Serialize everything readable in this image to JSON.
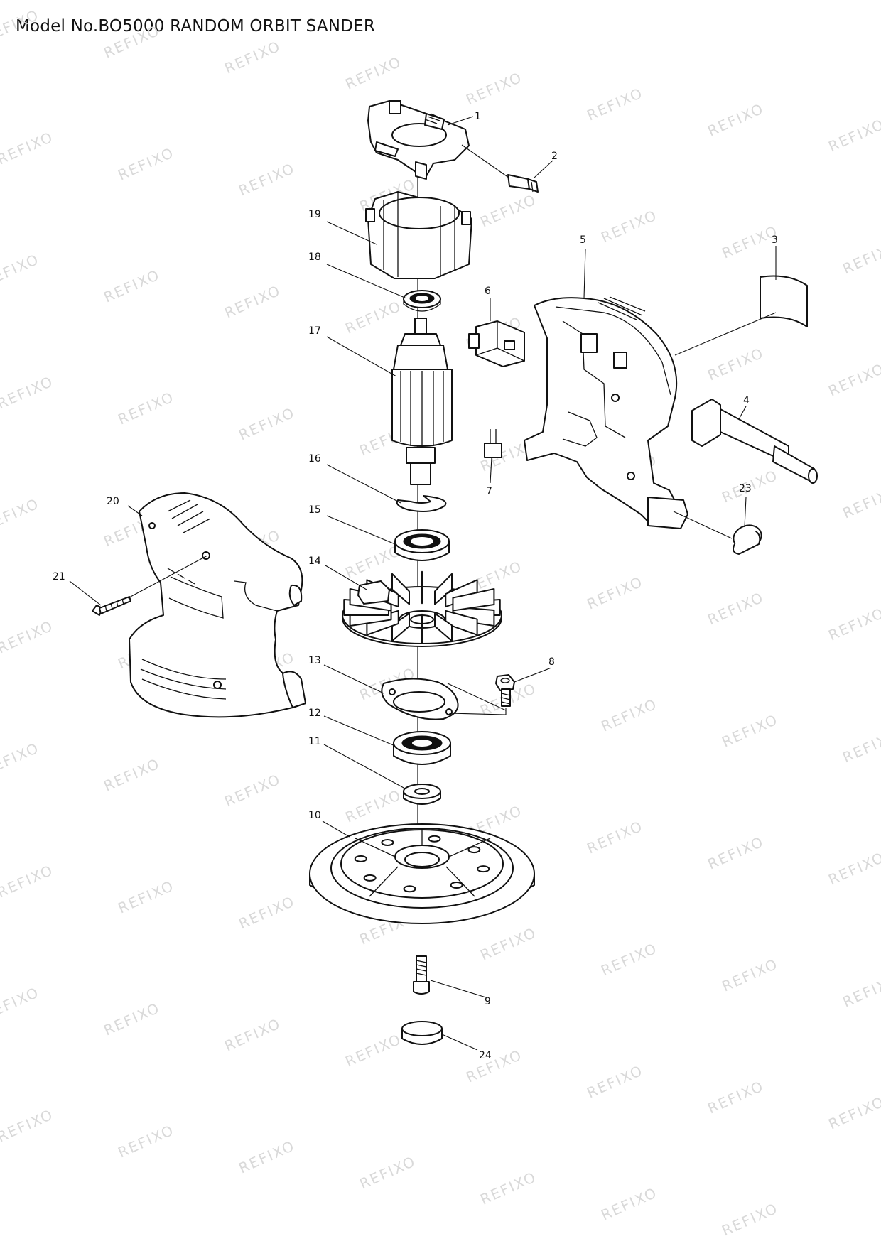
{
  "title": "Model No.BO5000 RANDOM ORBIT SANDER",
  "watermark": "REFIXO",
  "callouts": {
    "p1": "1",
    "p2": "2",
    "p3": "3",
    "p4": "4",
    "p5": "5",
    "p6": "6",
    "p7": "7",
    "p8": "8",
    "p9": "9",
    "p10": "10",
    "p11": "11",
    "p12": "12",
    "p13": "13",
    "p14": "14",
    "p15": "15",
    "p16": "16",
    "p17": "17",
    "p18": "18",
    "p19": "19",
    "p20": "20",
    "p21": "21",
    "p23": "23",
    "p24": "24"
  }
}
